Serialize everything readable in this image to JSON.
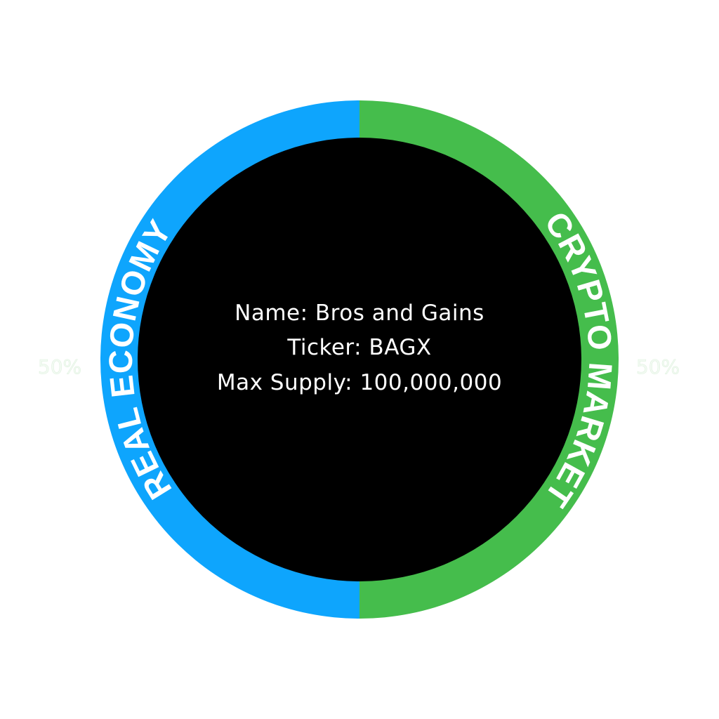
{
  "chart_data": {
    "type": "pie",
    "variant": "donut",
    "slices": [
      {
        "label": "REAL ECONOMY",
        "value": 50,
        "value_label": "50%",
        "color": "#0ea5fd"
      },
      {
        "label": "CRYPTO MARKET",
        "value": 50,
        "value_label": "50%",
        "color": "#45bd4c"
      }
    ],
    "center_lines": [
      "Name: Bros and Gains",
      "Ticker: BAGX",
      "Max Supply: 100,000,000"
    ],
    "center_color": "#000000"
  }
}
